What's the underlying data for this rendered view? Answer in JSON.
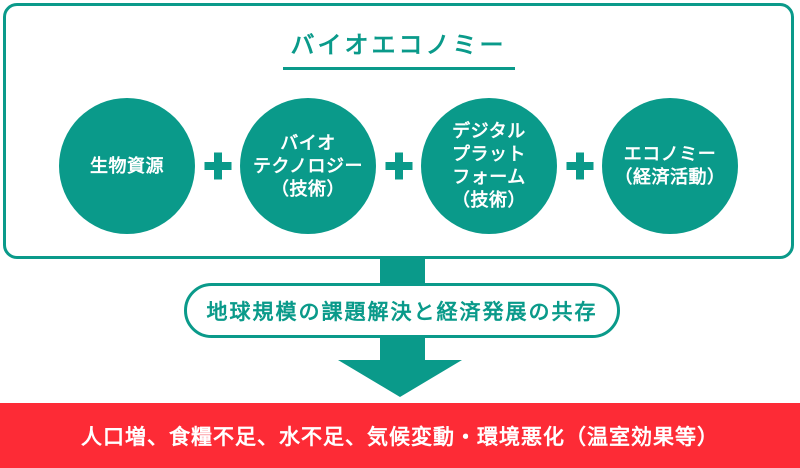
{
  "colors": {
    "teal": "#0a9a8a",
    "red": "#fd2b36",
    "text_on_color": "#ffffff"
  },
  "title": {
    "text": "バイオエコノミー"
  },
  "formula": {
    "plus_symbol": "＋",
    "terms": [
      {
        "id": "biological-resources",
        "lines": [
          "生物資源"
        ]
      },
      {
        "id": "biotechnology",
        "lines": [
          "バイオ",
          "テクノロジー",
          "（技術）"
        ]
      },
      {
        "id": "digital-platform",
        "lines": [
          "デジタル",
          "プラット",
          "フォーム",
          "（技術）"
        ]
      },
      {
        "id": "economy",
        "lines": [
          "エコノミー",
          "（経済活動）"
        ]
      }
    ]
  },
  "outcome": {
    "text": "地球規模の課題解決と経済発展の共存"
  },
  "challenges": {
    "text": "人口増、食糧不足、水不足、気候変動・環境悪化（温室効果等）"
  }
}
